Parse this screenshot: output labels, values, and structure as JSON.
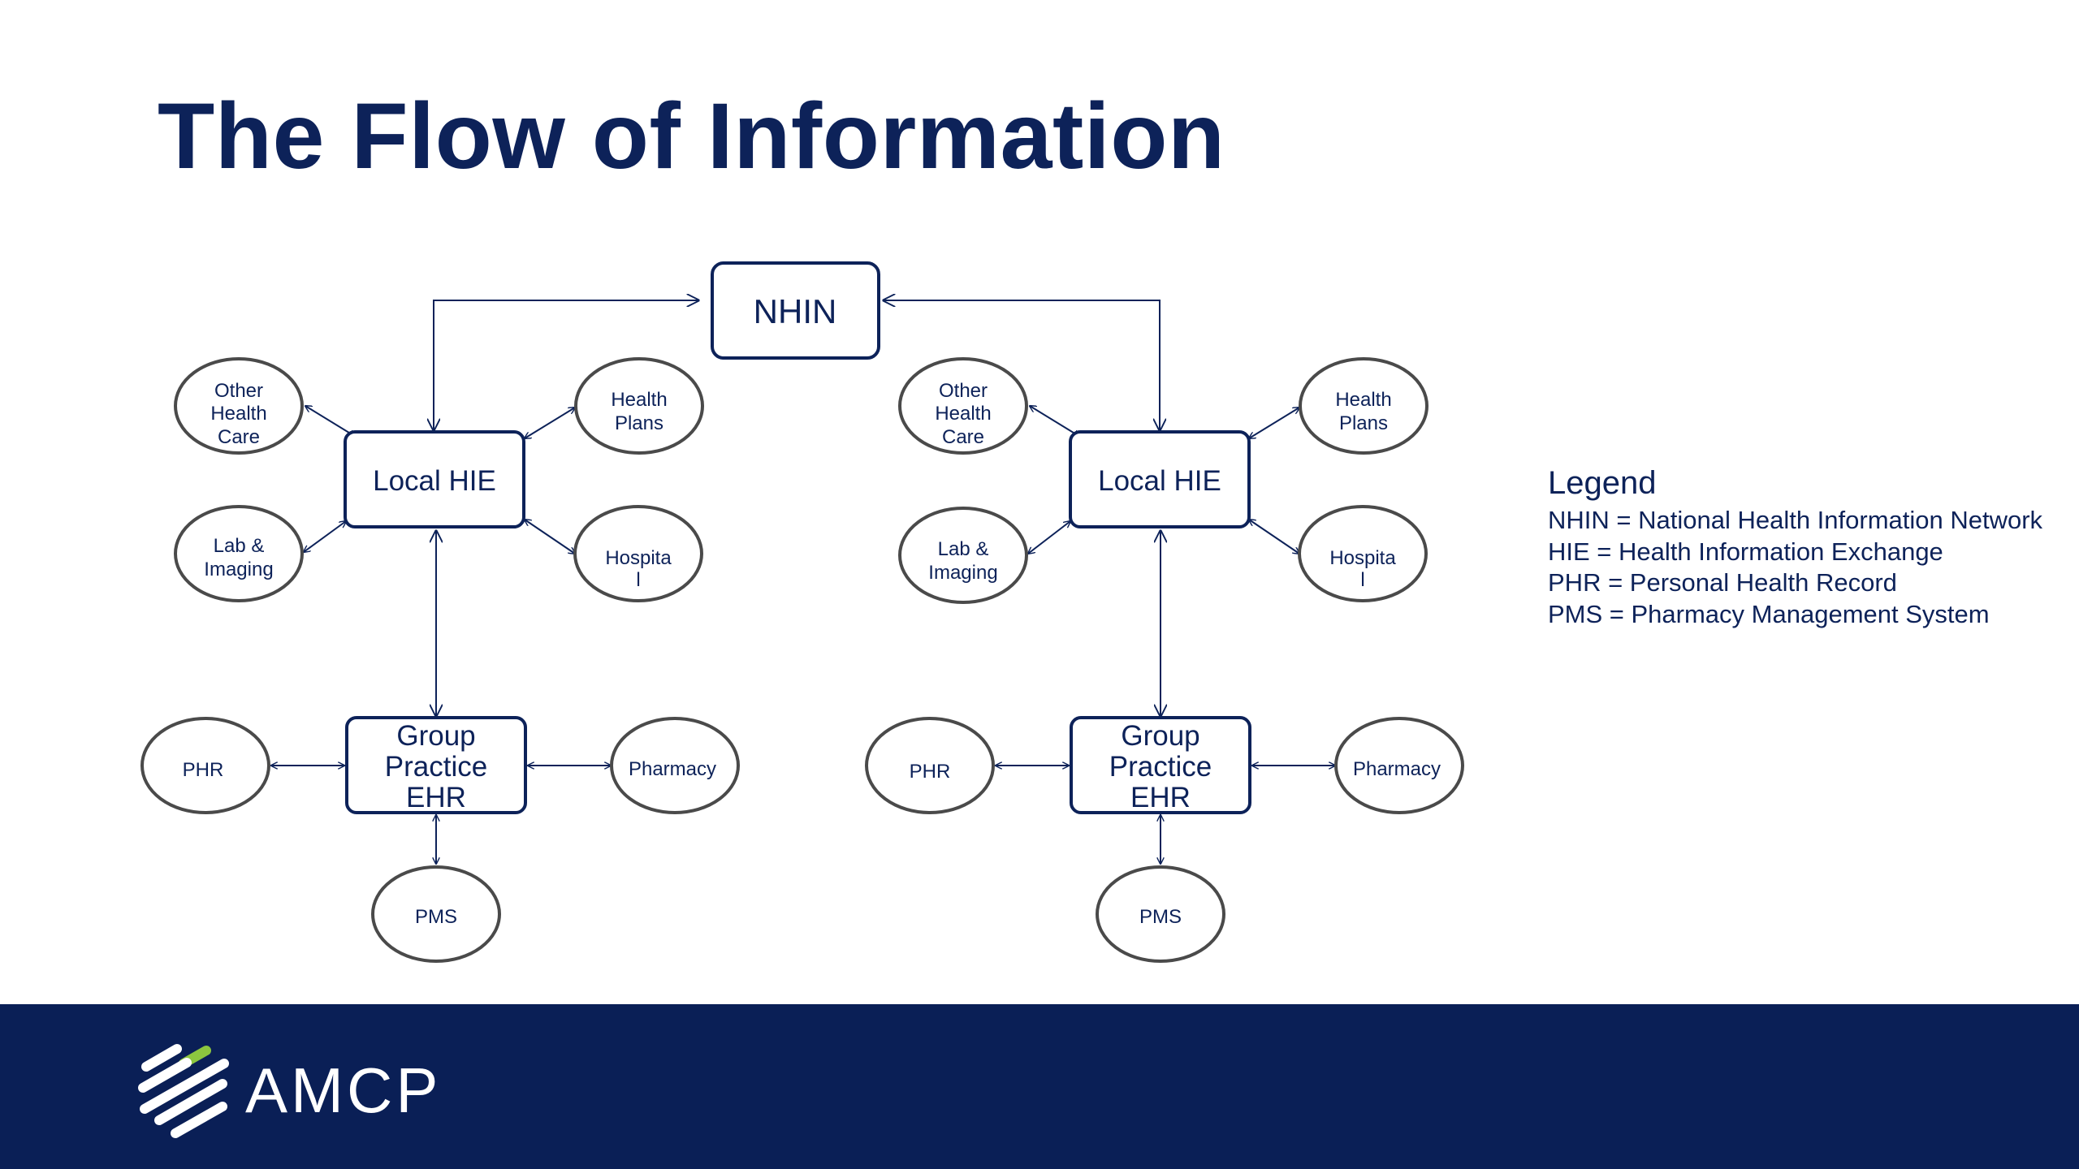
{
  "slide": {
    "title": "The Flow of Information"
  },
  "diagram": {
    "nhin": "NHIN",
    "left": {
      "hie": "Local HIE",
      "other_health_care": [
        "Other",
        "Health",
        "Care"
      ],
      "health_plans": [
        "Health",
        "Plans"
      ],
      "lab_imaging": [
        "Lab &",
        "Imaging"
      ],
      "hospital": [
        "Hospita",
        "l"
      ],
      "ehr": [
        "Group",
        "Practice",
        "EHR"
      ],
      "phr": "PHR",
      "pharmacy": "Pharmacy",
      "pms": "PMS"
    },
    "right": {
      "hie": "Local HIE",
      "other_health_care": [
        "Other",
        "Health",
        "Care"
      ],
      "health_plans": [
        "Health",
        "Plans"
      ],
      "lab_imaging": [
        "Lab &",
        "Imaging"
      ],
      "hospital": [
        "Hospita",
        "l"
      ],
      "ehr": [
        "Group",
        "Practice",
        "EHR"
      ],
      "phr": "PHR",
      "pharmacy": "Pharmacy",
      "pms": "PMS"
    }
  },
  "legend": {
    "title": "Legend",
    "items": [
      "NHIN = National Health Information Network",
      "HIE = Health Information Exchange",
      "PHR = Personal Health Record",
      "PMS = Pharmacy Management System"
    ]
  },
  "footer": {
    "brand": "AMCP"
  },
  "colors": {
    "navy": "#0d2259",
    "footer": "#0a1f56",
    "logo_accent": "#8cc63f",
    "ellipse_stroke": "#4a4a4a"
  }
}
